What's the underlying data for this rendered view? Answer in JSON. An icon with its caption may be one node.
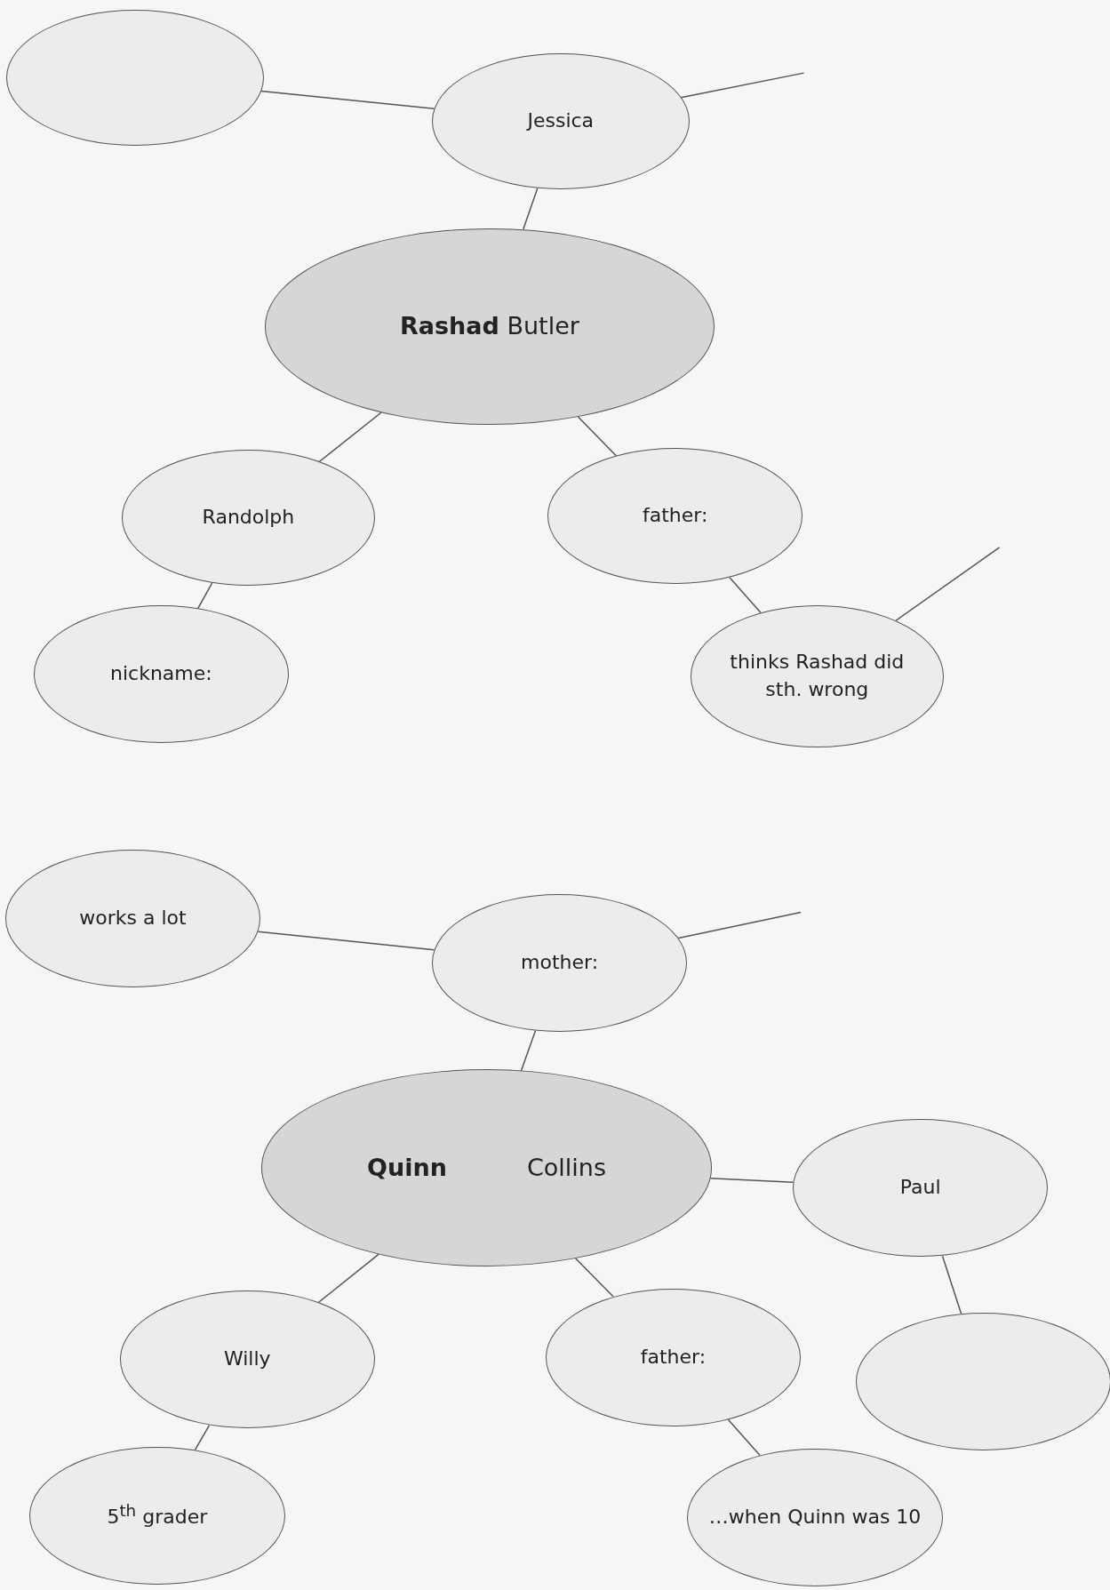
{
  "diagram": {
    "nodes": [
      {
        "text": [],
        "shape": "ellipse"
      },
      {
        "text": [
          "Jessica"
        ]
      },
      {
        "text": [
          "**Rashad** Butler"
        ]
      },
      {
        "text": [
          "Randolph"
        ]
      },
      {
        "text": [
          "father:"
        ]
      },
      {
        "text": [
          "nickname:"
        ]
      },
      {
        "text": [
          "thinks Rashad did sth. wrong"
        ]
      },
      {
        "text": [
          "works a lot"
        ]
      },
      {
        "text": [
          "mother:"
        ]
      },
      {
        "text": [
          "**Quinn**",
          "Collins"
        ]
      },
      {
        "text": [
          "Paul"
        ]
      },
      {
        "text": [
          "Willy"
        ]
      },
      {
        "text": [
          "father:"
        ]
      },
      {
        "text": [],
        "shape": "ellipse"
      },
      {
        "text": [
          "5$^{th}$ grader"
        ]
      },
      {
        "text": [
          "…when Quinn was 10"
        ]
      }
    ],
    "edges": [
      {
        "from": 0,
        "to": 1,
        "arrow": "none"
      },
      {
        "from": 1,
        "to": null,
        "arrow": "none"
      },
      {
        "from": 1,
        "to": 2,
        "arrow": "none"
      },
      {
        "from": 2,
        "to": 3,
        "arrow": "none"
      },
      {
        "from": 2,
        "to": 4,
        "arrow": "none"
      },
      {
        "from": 3,
        "to": 5,
        "arrow": "none"
      },
      {
        "from": 4,
        "to": 6,
        "arrow": "none"
      },
      {
        "from": 6,
        "to": null,
        "arrow": "none"
      },
      {
        "from": 7,
        "to": 8,
        "arrow": "none"
      },
      {
        "from": 8,
        "to": null,
        "arrow": "none"
      },
      {
        "from": 8,
        "to": 9,
        "arrow": "none"
      },
      {
        "from": 9,
        "to": 10,
        "arrow": "none"
      },
      {
        "from": 9,
        "to": 11,
        "arrow": "none"
      },
      {
        "from": 9,
        "to": 12,
        "arrow": "none"
      },
      {
        "from": 10,
        "to": 13,
        "arrow": "none"
      },
      {
        "from": 11,
        "to": 14,
        "arrow": "none"
      },
      {
        "from": 12,
        "to": 15,
        "arrow": "none"
      }
    ]
  }
}
